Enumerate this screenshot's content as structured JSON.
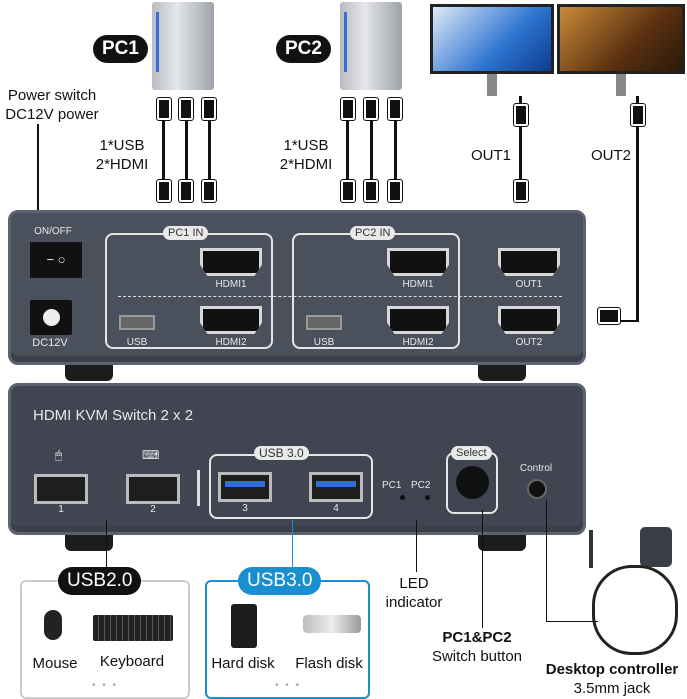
{
  "top": {
    "pc1": "PC1",
    "pc2": "PC2",
    "power_note": [
      "Power switch",
      "DC12V power"
    ],
    "pc1_cables": [
      "1*USB",
      "2*HDMI"
    ],
    "pc2_cables": [
      "1*USB",
      "2*HDMI"
    ],
    "out1": "OUT1",
    "out2": "OUT2"
  },
  "back_panel": {
    "on_off": "ON/OFF",
    "dc": "DC12V",
    "pc1_in": "PC1 IN",
    "pc2_in": "PC2 IN",
    "hdmi1": "HDMI1",
    "hdmi2": "HDMI2",
    "usb": "USB",
    "out1": "OUT1",
    "out2": "OUT2"
  },
  "front_panel": {
    "title": "HDMI KVM Switch 2 x 2",
    "port1": "1",
    "port2": "2",
    "port3": "3",
    "port4": "4",
    "usb3": "USB 3.0",
    "led1": "PC1",
    "led2": "PC2",
    "select": "Select",
    "control": "Control"
  },
  "bottom": {
    "usb2_title": "USB2.0",
    "usb3_title": "USB3.0",
    "mouse": "Mouse",
    "keyboard": "Keyboard",
    "hard_disk": "Hard disk",
    "flash_disk": "Flash disk",
    "led": [
      "LED",
      "indicator"
    ],
    "switch_title": "PC1&PC2",
    "switch_sub": "Switch button",
    "controller_title": "Desktop controller",
    "controller_sub": "3.5mm jack",
    "more": "• • •"
  },
  "colors": {
    "panel": "#4b505d",
    "usb3_blue": "#1a8fd0"
  }
}
